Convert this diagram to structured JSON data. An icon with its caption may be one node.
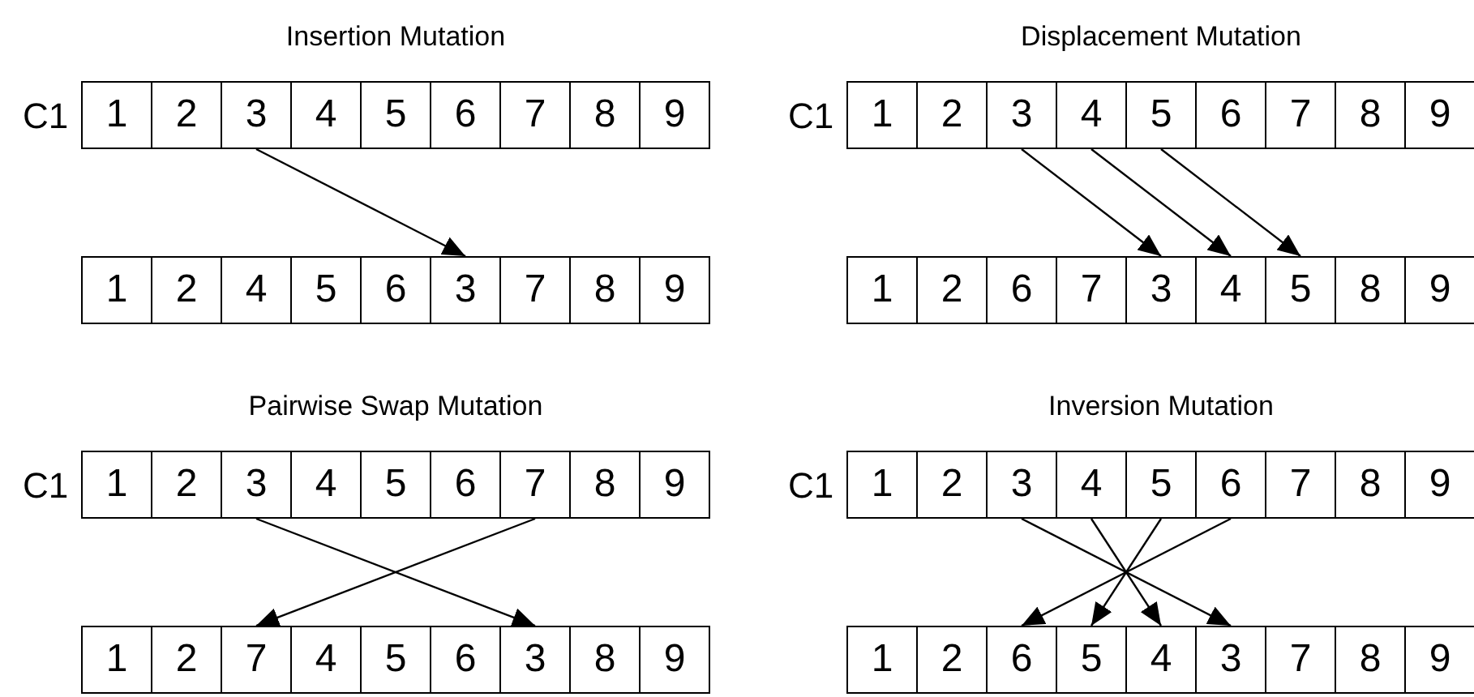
{
  "diagram": {
    "nodes": [
      {
        "text": [
          "1"
        ]
      },
      {
        "text": [
          "2"
        ]
      },
      {
        "text": [
          "3"
        ]
      },
      {
        "text": [
          "4"
        ]
      },
      {
        "text": [
          "5"
        ]
      },
      {
        "text": [
          "6"
        ]
      },
      {
        "text": [
          "7"
        ]
      },
      {
        "text": [
          "8"
        ]
      },
      {
        "text": [
          "9"
        ]
      },
      {
        "text": [
          "1"
        ]
      },
      {
        "text": [
          "2"
        ]
      },
      {
        "text": [
          "4"
        ]
      },
      {
        "text": [
          "5"
        ]
      },
      {
        "text": [
          "6"
        ]
      },
      {
        "text": [
          "3"
        ]
      },
      {
        "text": [
          "7"
        ]
      },
      {
        "text": [
          "8"
        ]
      },
      {
        "text": [
          "9"
        ]
      },
      {
        "text": [
          "1"
        ]
      },
      {
        "text": [
          "2"
        ]
      },
      {
        "text": [
          "3"
        ]
      },
      {
        "text": [
          "4"
        ]
      },
      {
        "text": [
          "5"
        ]
      },
      {
        "text": [
          "6"
        ]
      },
      {
        "text": [
          "7"
        ]
      },
      {
        "text": [
          "8"
        ]
      },
      {
        "text": [
          "9"
        ]
      },
      {
        "text": [
          "1"
        ]
      },
      {
        "text": [
          "2"
        ]
      },
      {
        "text": [
          "6"
        ]
      },
      {
        "text": [
          "7"
        ]
      },
      {
        "text": [
          "3"
        ]
      },
      {
        "text": [
          "4"
        ]
      },
      {
        "text": [
          "5"
        ]
      },
      {
        "text": [
          "8"
        ]
      },
      {
        "text": [
          "9"
        ]
      },
      {
        "text": [
          "1"
        ]
      },
      {
        "text": [
          "2"
        ]
      },
      {
        "text": [
          "3"
        ]
      },
      {
        "text": [
          "4"
        ]
      },
      {
        "text": [
          "5"
        ]
      },
      {
        "text": [
          "6"
        ]
      },
      {
        "text": [
          "7"
        ]
      },
      {
        "text": [
          "8"
        ]
      },
      {
        "text": [
          "9"
        ]
      },
      {
        "text": [
          "1"
        ]
      },
      {
        "text": [
          "2"
        ]
      },
      {
        "text": [
          "7"
        ]
      },
      {
        "text": [
          "4"
        ]
      },
      {
        "text": [
          "5"
        ]
      },
      {
        "text": [
          "6"
        ]
      },
      {
        "text": [
          "3"
        ]
      },
      {
        "text": [
          "8"
        ]
      },
      {
        "text": [
          "9"
        ]
      },
      {
        "text": [
          "1"
        ]
      },
      {
        "text": [
          "2"
        ]
      },
      {
        "text": [
          "3"
        ]
      },
      {
        "text": [
          "4"
        ]
      },
      {
        "text": [
          "5"
        ]
      },
      {
        "text": [
          "6"
        ]
      },
      {
        "text": [
          "7"
        ]
      },
      {
        "text": [
          "8"
        ]
      },
      {
        "text": [
          "9"
        ]
      },
      {
        "text": [
          "1"
        ]
      },
      {
        "text": [
          "2"
        ]
      },
      {
        "text": [
          "6"
        ]
      },
      {
        "text": [
          "5"
        ]
      },
      {
        "text": [
          "4"
        ]
      },
      {
        "text": [
          "3"
        ]
      },
      {
        "text": [
          "7"
        ]
      },
      {
        "text": [
          "8"
        ]
      },
      {
        "text": [
          "9"
        ]
      }
    ],
    "edges": [
      {
        "from": 2,
        "to": 14,
        "arrow": "to"
      },
      {
        "from": 20,
        "to": 31,
        "arrow": "to"
      },
      {
        "from": 21,
        "to": 32,
        "arrow": "to"
      },
      {
        "from": 22,
        "to": 33,
        "arrow": "to"
      },
      {
        "from": 38,
        "to": 51,
        "arrow": "to"
      },
      {
        "from": 42,
        "to": 47,
        "arrow": "to"
      },
      {
        "from": 56,
        "to": 68,
        "arrow": "to"
      },
      {
        "from": 57,
        "to": 67,
        "arrow": "to"
      },
      {
        "from": 58,
        "to": 66,
        "arrow": "to"
      },
      {
        "from": 59,
        "to": 65,
        "arrow": "to"
      }
    ],
    "labels": [
      "Insertion Mutation",
      "Displacement Mutation",
      "C1",
      "C1",
      "Pairwise Swap Mutation",
      "Inversion Mutation",
      "C1",
      "C1"
    ]
  }
}
